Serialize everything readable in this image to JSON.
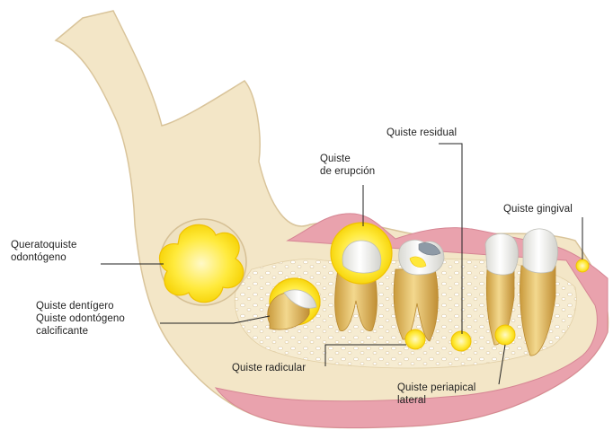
{
  "labels": {
    "queratoquiste": [
      "Queratoquiste",
      "odontógeno"
    ],
    "erupcion": [
      "Quiste",
      "de erupción"
    ],
    "residual": "Quiste residual",
    "gingival": "Quiste gingival",
    "dentigero": [
      "Quiste dentígero",
      "Quiste odontógeno",
      "calcificante"
    ],
    "radicular": "Quiste radicular",
    "periapical": [
      "Quiste periapical",
      "lateral"
    ]
  },
  "colors": {
    "bone": "#f3e6c7",
    "bone_edge": "#d9c49a",
    "gum": "#e9a2ad",
    "cyst": "#ffe83a",
    "cyst_edge": "#f2c400",
    "enamel": "#f7f7f4",
    "root": "#e6c06c",
    "caries": "#8e9aa6"
  }
}
